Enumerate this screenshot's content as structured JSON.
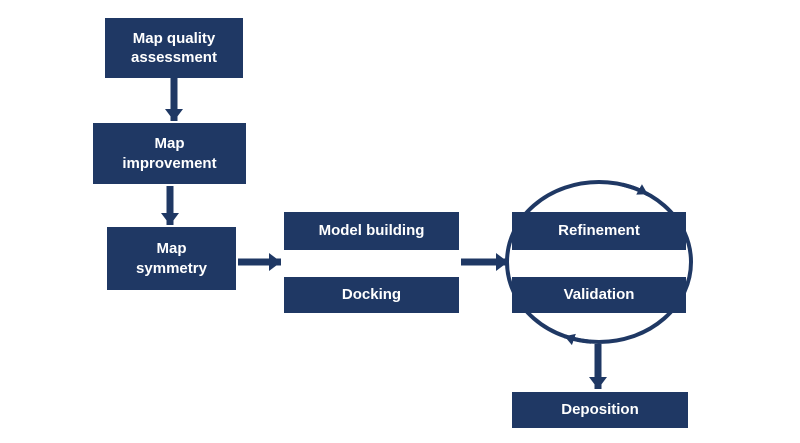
{
  "colors": {
    "box_fill": "#1f3864",
    "box_text": "#ffffff",
    "arrow": "#1f3864",
    "background": "#ffffff"
  },
  "nodes": [
    {
      "id": "map-quality-assessment",
      "label": "Map quality\nassessment"
    },
    {
      "id": "map-improvement",
      "label": "Map\nimprovement"
    },
    {
      "id": "map-symmetry",
      "label": "Map\nsymmetry"
    },
    {
      "id": "model-building",
      "label": "Model building"
    },
    {
      "id": "docking",
      "label": "Docking"
    },
    {
      "id": "refinement",
      "label": "Refinement"
    },
    {
      "id": "validation",
      "label": "Validation"
    },
    {
      "id": "deposition",
      "label": "Deposition"
    }
  ],
  "edges": [
    {
      "from": "map-quality-assessment",
      "to": "map-improvement",
      "type": "arrow"
    },
    {
      "from": "map-improvement",
      "to": "map-symmetry",
      "type": "arrow"
    },
    {
      "from": "map-symmetry",
      "to": "model-building/docking",
      "type": "arrow"
    },
    {
      "from": "model-building/docking",
      "to": "refinement/validation",
      "type": "arrow"
    },
    {
      "from": "refinement",
      "to": "validation",
      "type": "cycle"
    },
    {
      "from": "refinement/validation",
      "to": "deposition",
      "type": "arrow"
    }
  ]
}
